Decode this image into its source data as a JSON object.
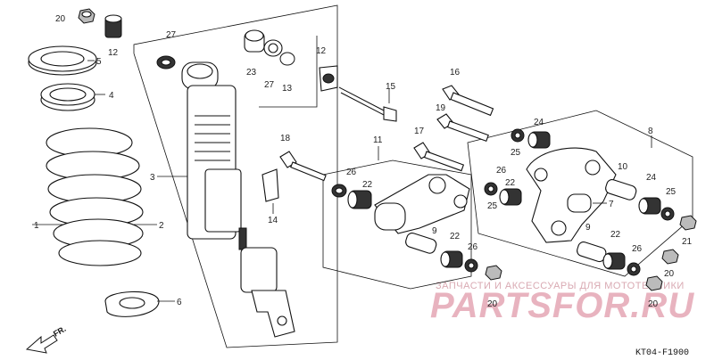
{
  "part_labels": {
    "p20a": "20",
    "p12a": "12",
    "p5": "5",
    "p4": "4",
    "p1": "1",
    "p2": "2",
    "p6": "6",
    "p3": "3",
    "p27a": "27",
    "p23": "23",
    "p27b": "27",
    "p13": "13",
    "p12b": "12",
    "p15": "15",
    "p16": "16",
    "p19": "19",
    "p17": "17",
    "p18": "18",
    "p11": "11",
    "p26a": "26",
    "p22a": "22",
    "p14": "14",
    "p9a": "9",
    "p22b": "22",
    "p26b": "26",
    "p20b": "20",
    "p24a": "24",
    "p25a": "25",
    "p26c": "26",
    "p25b": "25",
    "p22c": "22",
    "p8": "8",
    "p10": "10",
    "p24b": "24",
    "p25c": "25",
    "p7": "7",
    "p9b": "9",
    "p22d": "22",
    "p26d": "26",
    "p21": "21",
    "p20c": "20",
    "p20d": "20"
  },
  "watermark": {
    "line1": "ЗАПЧАСТИ И АКСЕССУАРЫ ДЛЯ МОТОТЕХНИКИ",
    "line2": "PARTSFOR.RU"
  },
  "direction_label": "FR.",
  "diagram_code": "KT04-F1900",
  "colors": {
    "watermark": "#e8b3bf",
    "ink": "#111111"
  }
}
